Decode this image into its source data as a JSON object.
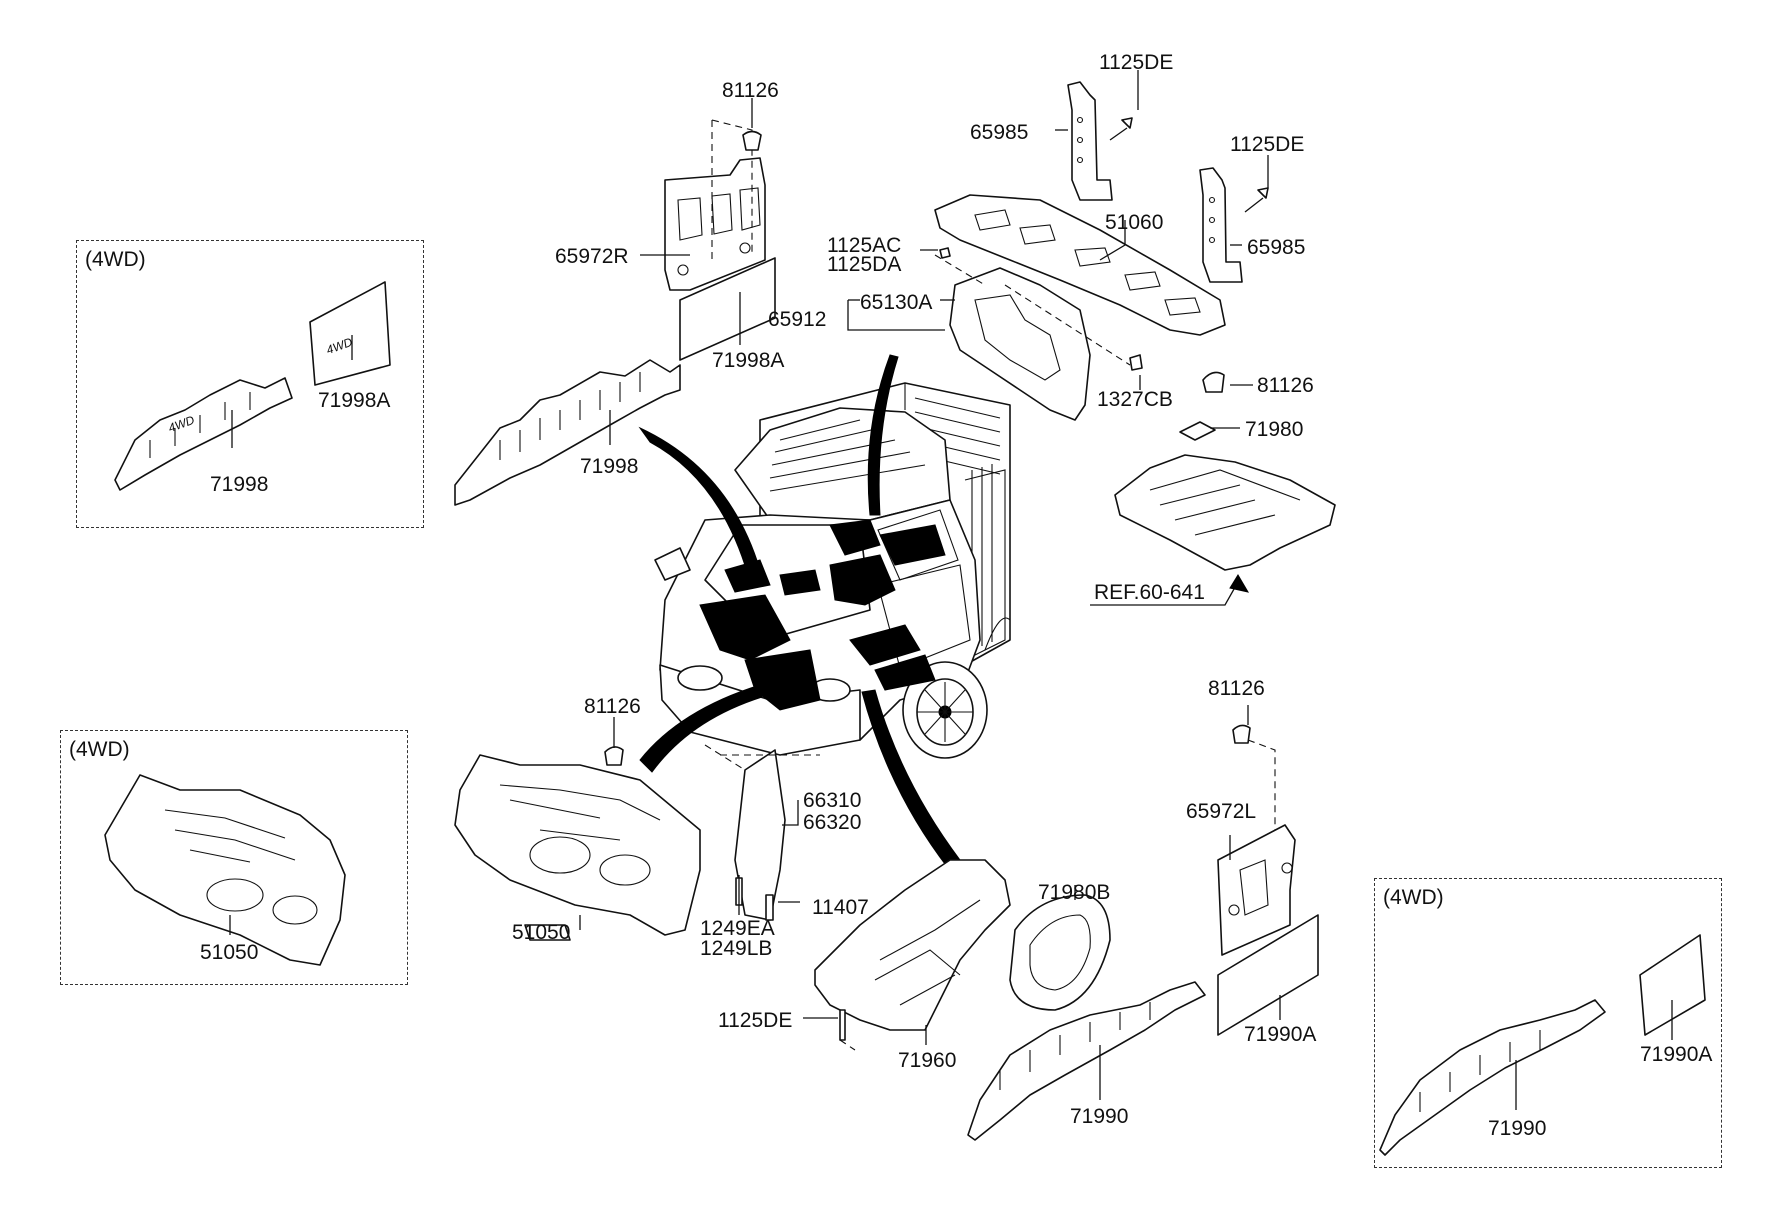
{
  "variant_tag": "(4WD)",
  "labels": {
    "81126_a": "81126",
    "65972R": "65972R",
    "71998A_main": "71998A",
    "71998_main": "71998",
    "71998A_4wd": "71998A",
    "71998_4wd": "71998",
    "1125DE_a": "1125DE",
    "65985_a": "65985",
    "1125DE_b": "1125DE",
    "65985_b": "65985",
    "51060": "51060",
    "1125AC": "1125AC",
    "1125DA": "1125DA",
    "65912": "65912",
    "65130A": "65130A",
    "1327CB": "1327CB",
    "81126_b": "81126",
    "71980": "71980",
    "ref": "REF.60-641",
    "81126_c": "81126",
    "66310": "66310",
    "66320": "66320",
    "51050_main": "51050",
    "51050_4wd": "51050",
    "1249EA": "1249EA",
    "1249LB": "1249LB",
    "11407": "11407",
    "71980B": "71980B",
    "1125DE_c": "1125DE",
    "71960": "71960",
    "81126_d": "81126",
    "65972L": "65972L",
    "71990A_main": "71990A",
    "71990_main": "71990",
    "71990A_4wd": "71990A",
    "71990_4wd": "71990"
  },
  "badges": {
    "4wd_emblem": "4WD"
  }
}
